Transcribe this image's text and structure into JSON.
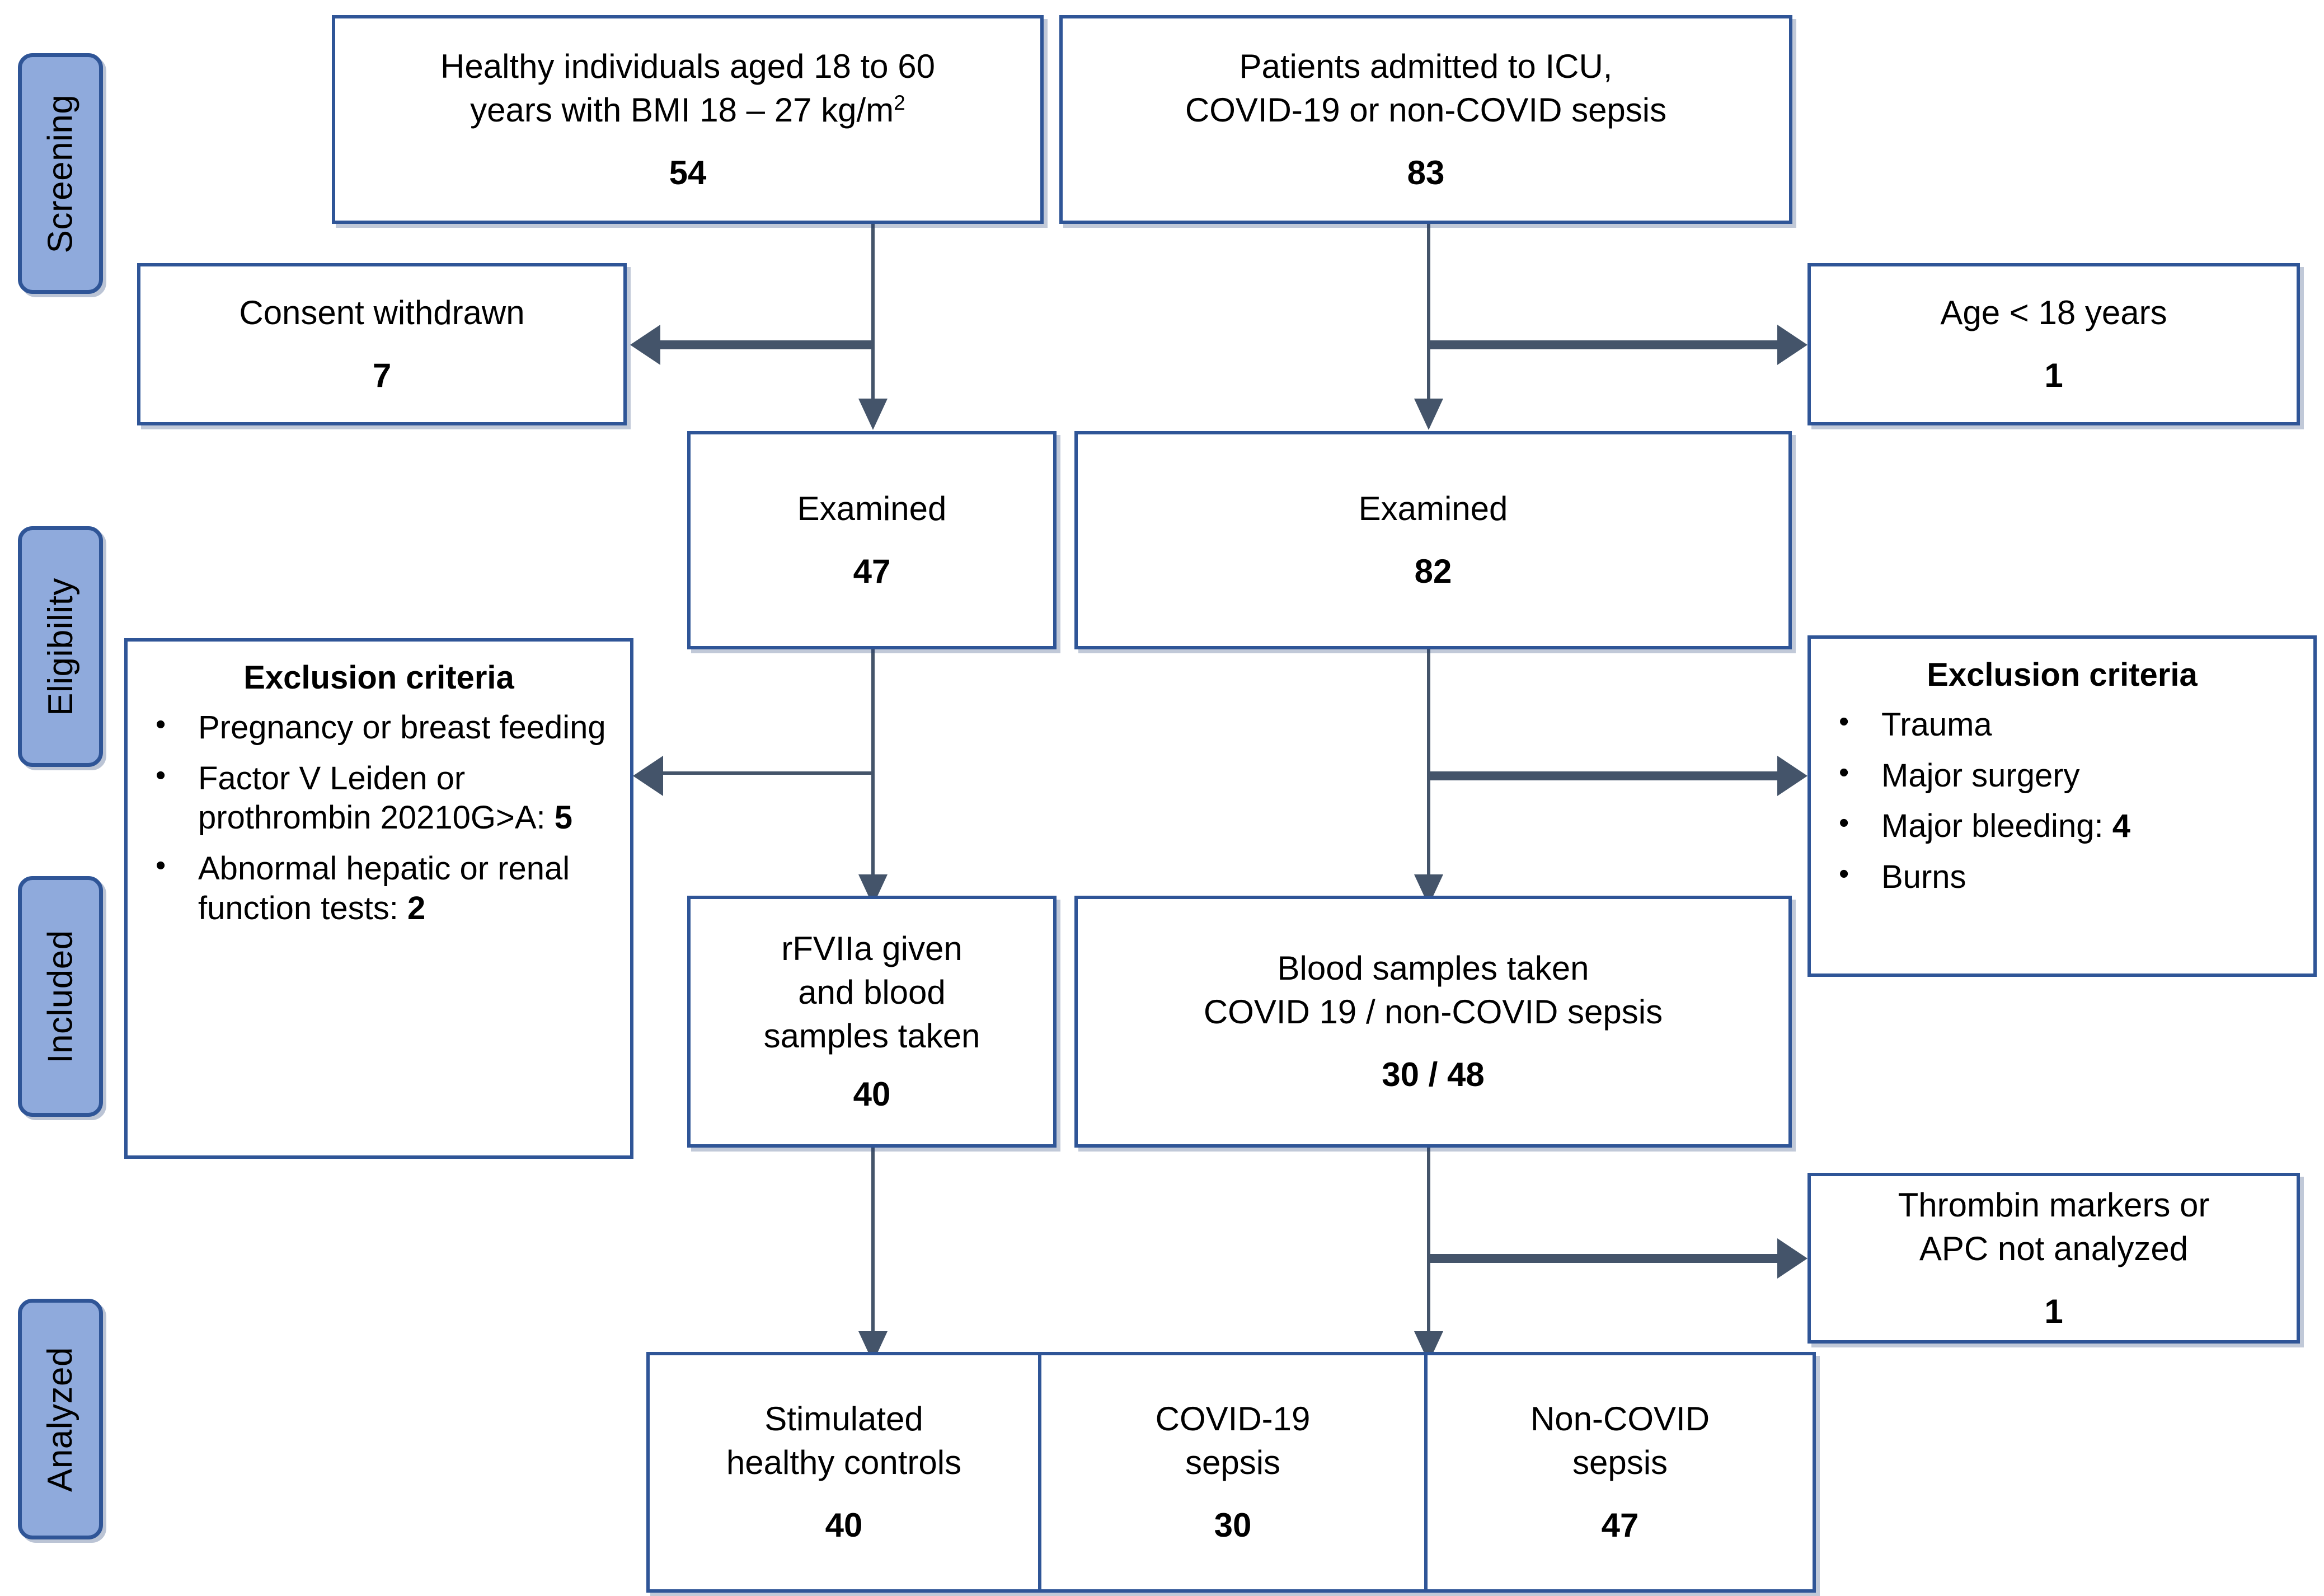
{
  "colors": {
    "box_border": "#2F5597",
    "tab_fill": "#8FAADC",
    "tab_border": "#2F5597",
    "connector": "#44546A",
    "background": "#ffffff",
    "text": "#000000"
  },
  "stages": [
    {
      "label": "Screening"
    },
    {
      "label": "Eligibility"
    },
    {
      "label": "Included"
    },
    {
      "label": "Analyzed"
    }
  ],
  "boxes": {
    "healthy_screened": {
      "line1": "Healthy individuals aged 18 to 60",
      "line2_pre": "years with BMI 18 – 27 kg/m",
      "line2_sup": "2",
      "count": "54"
    },
    "icu_screened": {
      "line1": "Patients admitted to ICU,",
      "line2": "COVID-19 or non-COVID sepsis",
      "count": "83"
    },
    "consent_withdrawn": {
      "line1": "Consent withdrawn",
      "count": "7"
    },
    "age_under_18": {
      "line1": "Age < 18 years",
      "count": "1"
    },
    "examined_healthy": {
      "line1": "Examined",
      "count": "47"
    },
    "examined_icu": {
      "line1": "Examined",
      "count": "82"
    },
    "rfviia_given": {
      "line1": "rFVIIa given",
      "line2": "and blood",
      "line3": "samples taken",
      "count": "40"
    },
    "blood_samples": {
      "line1": "Blood samples taken",
      "line2": "COVID 19 / non-COVID sepsis",
      "count": "30 / 48"
    },
    "thrombin_not_analyzed": {
      "line1": "Thrombin markers or",
      "line2": "APC not analyzed",
      "count": "1"
    }
  },
  "exclusion_left": {
    "title": "Exclusion criteria",
    "items": [
      {
        "text": "Pregnancy or breast feeding",
        "value": ""
      },
      {
        "text": "Factor V Leiden or prothrombin 20210G>A: ",
        "value": "5"
      },
      {
        "text": "Abnormal hepatic or renal function tests: ",
        "value": "2"
      }
    ]
  },
  "exclusion_right": {
    "title": "Exclusion criteria",
    "items": [
      {
        "text": "Trauma",
        "value": ""
      },
      {
        "text": "Major surgery",
        "value": ""
      },
      {
        "text": "Major bleeding: ",
        "value": "4"
      },
      {
        "text": "Burns",
        "value": ""
      }
    ]
  },
  "analyzed_groups": [
    {
      "line1": "Stimulated",
      "line2": "healthy controls",
      "count": "40"
    },
    {
      "line1": "COVID-19",
      "line2": "sepsis",
      "count": "30"
    },
    {
      "line1": "Non-COVID",
      "line2": "sepsis",
      "count": "47"
    }
  ]
}
